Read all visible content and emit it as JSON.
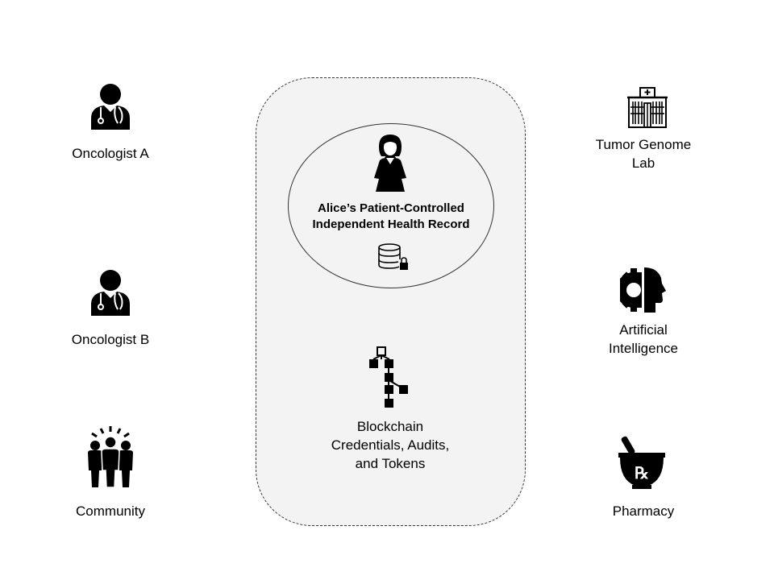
{
  "left": {
    "oncologist_a": {
      "label": "Oncologist A",
      "icon": "doctor-icon"
    },
    "oncologist_b": {
      "label": "Oncologist B",
      "icon": "doctor-icon"
    },
    "community": {
      "label": "Community",
      "icon": "community-icon"
    }
  },
  "right": {
    "tumor_lab": {
      "label": "Tumor Genome\nLab",
      "icon": "hospital-building-icon"
    },
    "ai": {
      "label": "Artificial\nIntelligence",
      "icon": "ai-head-gear-icon"
    },
    "pharmacy": {
      "label": "Pharmacy",
      "icon": "mortar-pestle-rx-icon"
    }
  },
  "center": {
    "ehr": {
      "title": "Alice’s Patient-Controlled\nIndependent Health Record",
      "person_icon": "woman-icon",
      "db_icon": "locked-database-icon"
    },
    "blockchain": {
      "label": "Blockchain\nCredentials, Audits,\nand Tokens",
      "icon": "blockchain-icon"
    }
  },
  "colors": {
    "panel_fill": "#f3f3f3",
    "border": "#333333",
    "icon": "#000000"
  }
}
